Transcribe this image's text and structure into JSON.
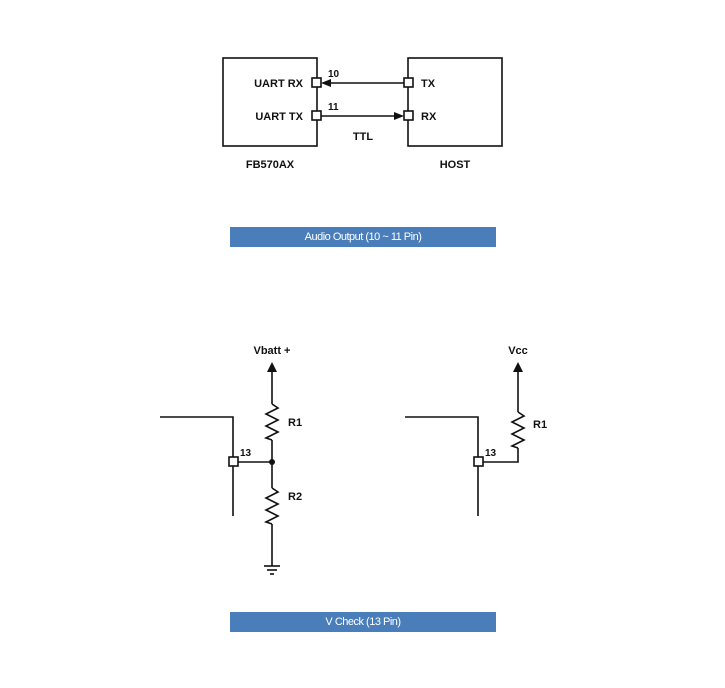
{
  "uart": {
    "left_block": {
      "rx_label": "UART RX",
      "tx_label": "UART TX",
      "name": "FB570AX"
    },
    "right_block": {
      "tx_label": "TX",
      "rx_label": "RX",
      "name": "HOST"
    },
    "pin_rx": "10",
    "pin_tx": "11",
    "link_label": "TTL"
  },
  "caption_audio": "Audio Output (10 ~ 11 Pin)",
  "vcheck": {
    "left": {
      "supply_label": "Vbatt +",
      "pin": "13",
      "r1_label": "R1",
      "r2_label": "R2"
    },
    "right": {
      "supply_label": "Vcc",
      "pin": "13",
      "r1_label": "R1"
    }
  },
  "caption_vcheck": "V Check (13 Pin)",
  "colors": {
    "caption_bg": "#4a7ebb",
    "caption_text": "#ffffff",
    "line": "#111111"
  }
}
